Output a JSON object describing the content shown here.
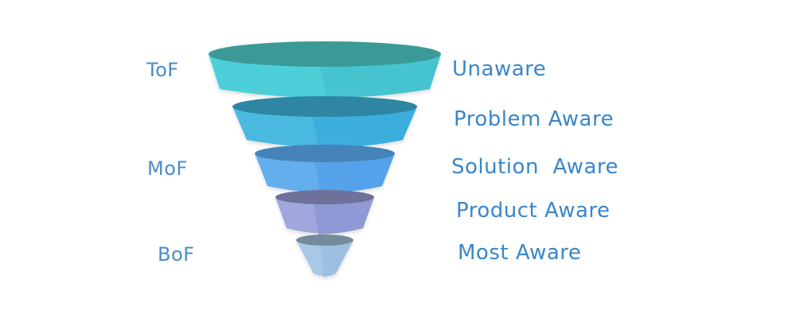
{
  "funnel": {
    "left_labels": [
      {
        "text": "ToF"
      },
      {
        "text": "MoF"
      },
      {
        "text": "BoF"
      }
    ],
    "right_labels": [
      {
        "text": "Unaware"
      },
      {
        "text": "Problem Aware"
      },
      {
        "text": "Solution  Aware"
      },
      {
        "text": "Product Aware"
      },
      {
        "text": "Most Aware"
      }
    ],
    "layers": [
      {
        "stage": "Unaware",
        "body_color": "#4ecfd9",
        "top_color": "#3a9a98",
        "shade_color": "#45c4cf"
      },
      {
        "stage": "Problem Aware",
        "body_color": "#48b9e0",
        "top_color": "#2f86a3",
        "shade_color": "#3aaede"
      },
      {
        "stage": "Solution  Aware",
        "body_color": "#64aeec",
        "top_color": "#4483b8",
        "shade_color": "#55a2ea"
      },
      {
        "stage": "Product Aware",
        "body_color": "#9fa7dc",
        "top_color": "#6e729b",
        "shade_color": "#9099d6"
      },
      {
        "stage": "Most Aware",
        "body_color": "#a9c8e5",
        "top_color": "#758b9b",
        "shade_color": "#9dbfe0"
      }
    ]
  }
}
